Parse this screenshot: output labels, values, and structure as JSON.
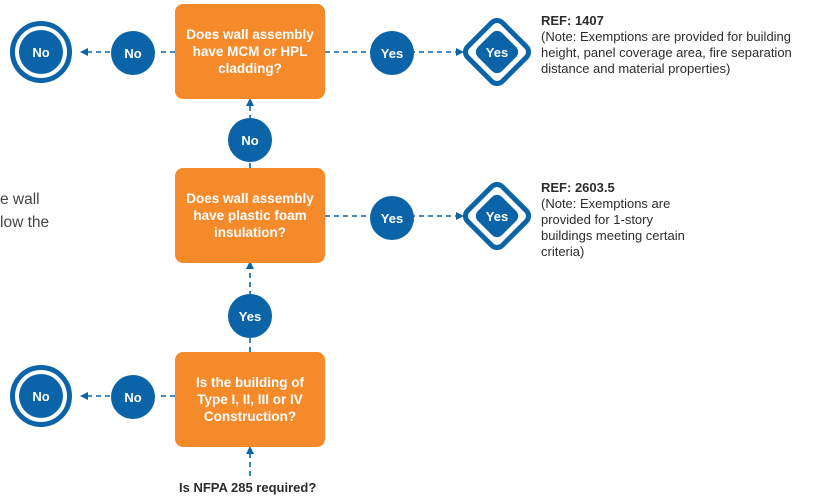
{
  "colors": {
    "accent_orange": "#f58a2b",
    "accent_blue": "#0b63a8"
  },
  "decisions": {
    "mcm": "Does wall assembly have MCM or HPL cladding?",
    "foam": "Does wall assembly have plastic foam insulation?",
    "construction": "Is the building of Type I, II, III or IV Construction?"
  },
  "labels": {
    "no": "No",
    "yes": "Yes"
  },
  "refs": {
    "r1407": {
      "heading": "REF: 1407",
      "note": "(Note: Exemptions are provided for building height, panel coverage area, fire separation distance and material properties)"
    },
    "r2603": {
      "heading": "REF: 2603.5",
      "note": "(Note: Exemptions are provided for 1-story buildings meeting certain criteria)"
    }
  },
  "side_text": {
    "line1": "e wall",
    "line2": "low the"
  },
  "start_question": "Is NFPA 285 required?"
}
